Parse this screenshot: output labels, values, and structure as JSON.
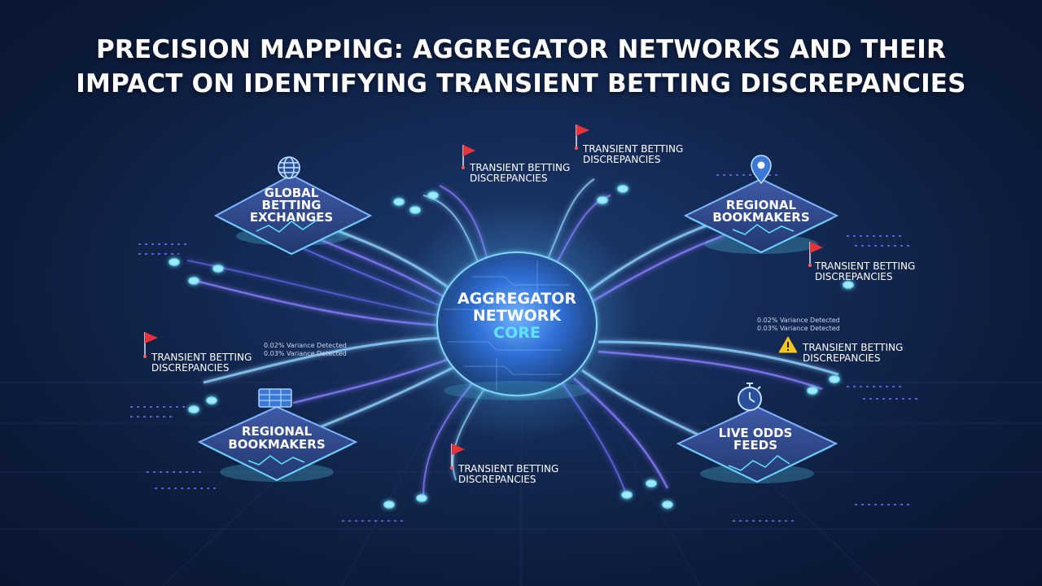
{
  "title": {
    "line1": "PRECISION MAPPING: AGGREGATOR NETWORKS AND THEIR",
    "line2": "IMPACT ON IDENTIFYING TRANSIENT BETTING DISCREPANCIES"
  },
  "core": {
    "line1": "AGGREGATOR",
    "line2": "NETWORK",
    "line3": "CORE"
  },
  "nodes": {
    "global": {
      "line1": "GLOBAL",
      "line2": "BETTING",
      "line3": "EXCHANGES",
      "icon": "globe-icon"
    },
    "regional_top": {
      "line1": "REGIONAL",
      "line2": "BOOKMAKERS",
      "icon": "location-pin-icon"
    },
    "regional_bottom": {
      "line1": "REGIONAL",
      "line2": "BOOKMAKERS",
      "icon": "odds-board-icon"
    },
    "live": {
      "line1": "LIVE ODDS",
      "line2": "FEEDS",
      "icon": "stopwatch-icon"
    }
  },
  "flags": {
    "line1": "TRANSIENT BETTING",
    "line2": "DISCREPANCIES"
  },
  "variance": {
    "a": "0.02% Variance Detected",
    "b": "0.03% Variance Detected"
  },
  "colors": {
    "accent_cyan": "#5fe3ff",
    "flag_red": "#e8333a",
    "warning_yellow": "#f5c518",
    "stream_purple": "#8a7cff"
  }
}
